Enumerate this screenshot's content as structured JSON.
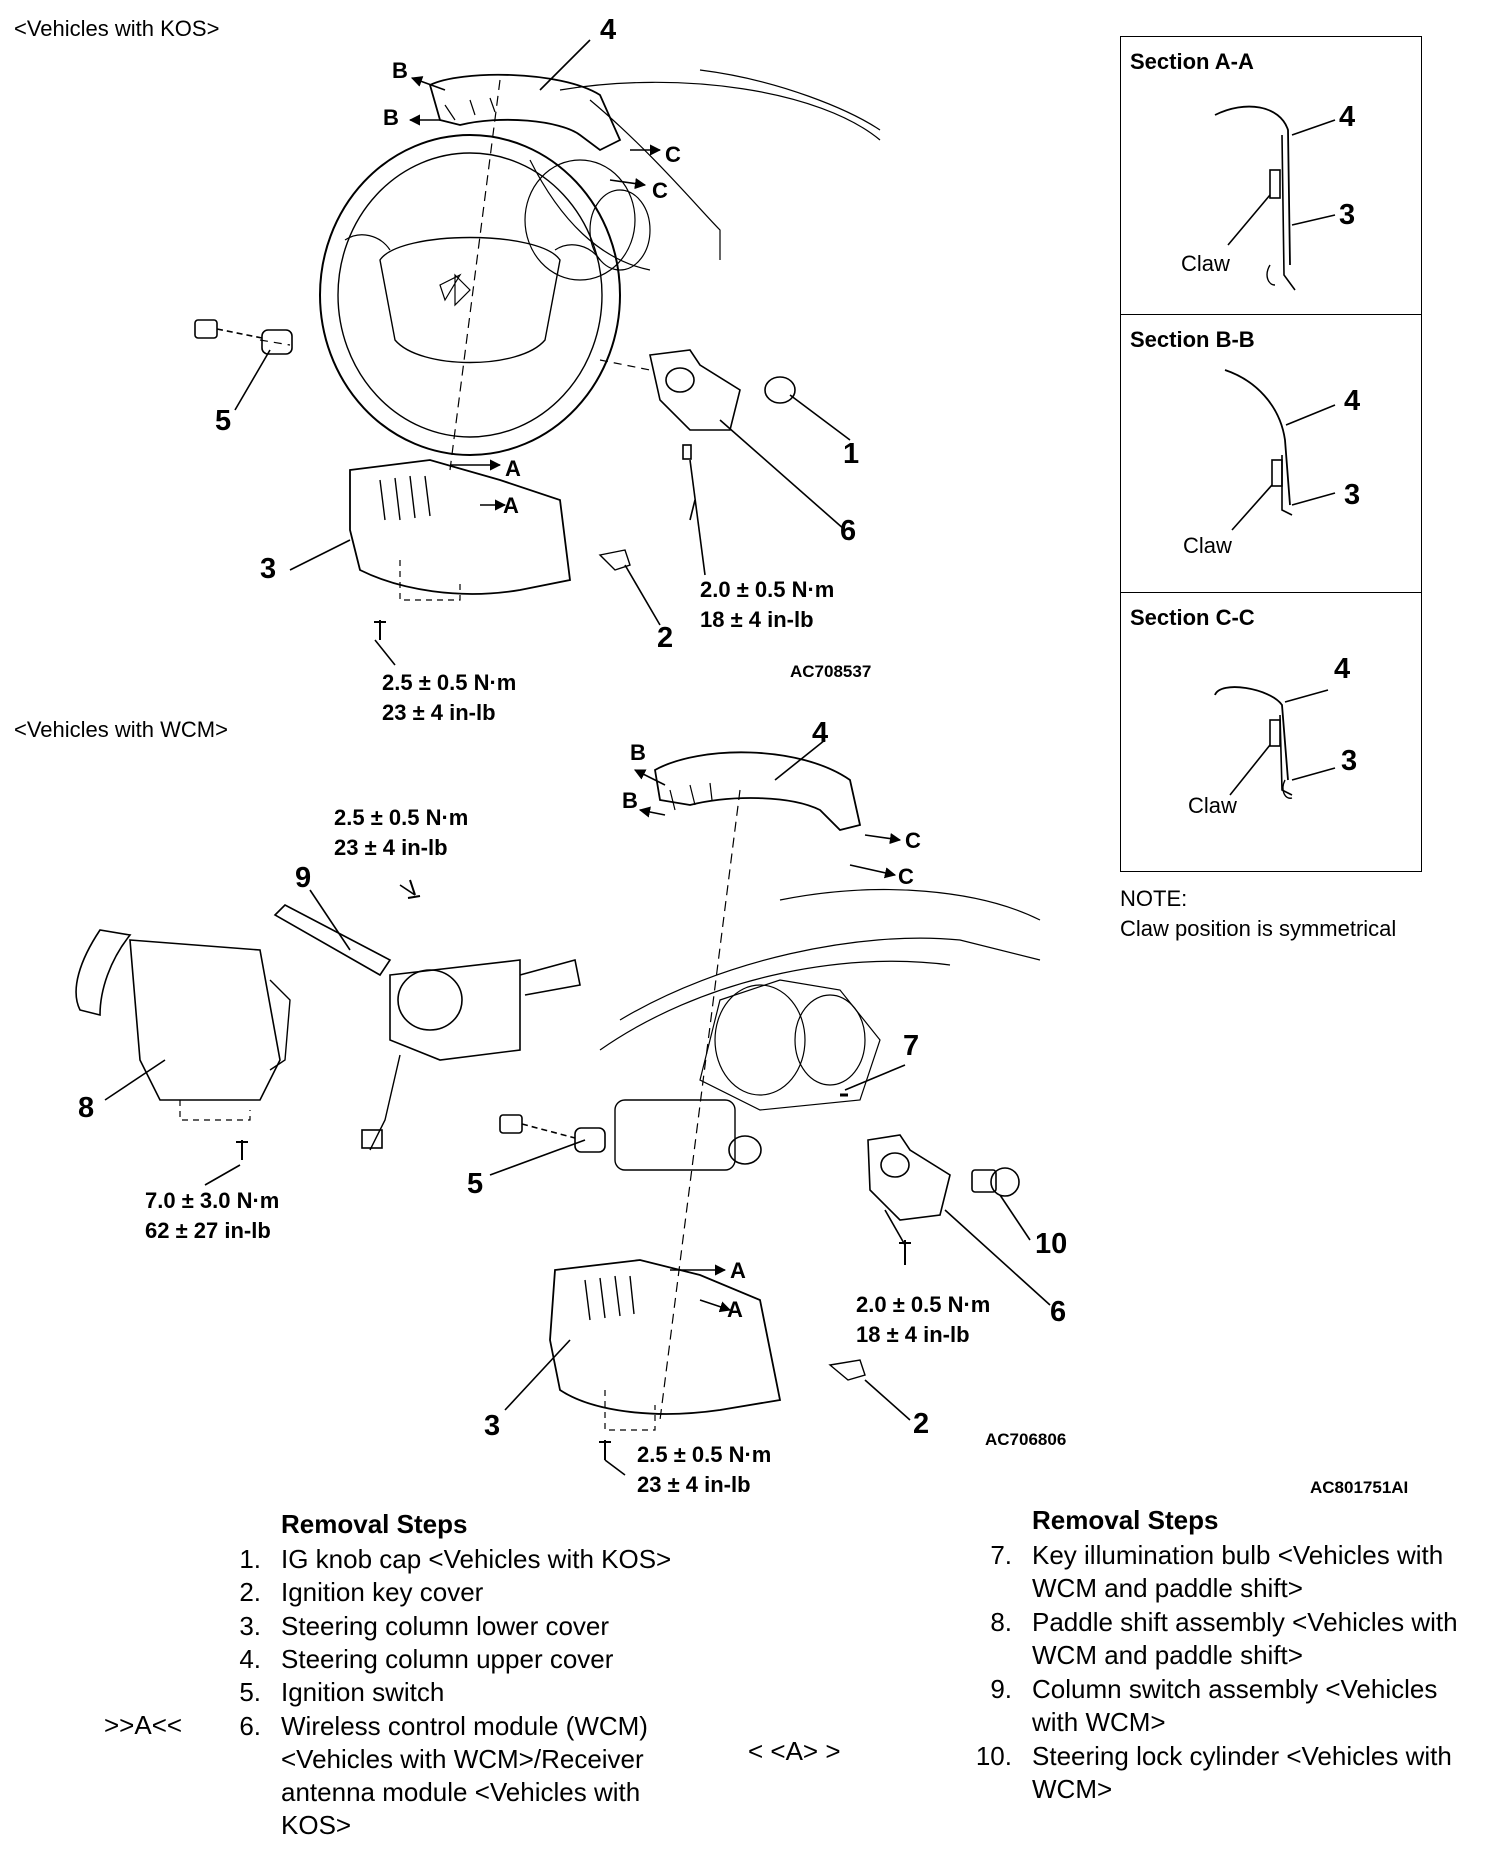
{
  "captions": {
    "kos": "<Vehicles with KOS>",
    "wcm": "<Vehicles with WCM>"
  },
  "figure_codes": {
    "kos": "AC708537",
    "wcm": "AC706806",
    "page": "AC801751AI"
  },
  "kos": {
    "callouts": {
      "c1": "1",
      "c2": "2",
      "c3": "3",
      "c4": "4",
      "c5": "5",
      "c6": "6"
    },
    "arrow_labels": {
      "b1": "B",
      "b2": "B",
      "c1": "C",
      "c2": "C",
      "a1": "A",
      "a2": "A"
    },
    "torques": [
      {
        "nm": "2.0 ± 0.5 N·m",
        "inlb": "18 ± 4 in-lb"
      },
      {
        "nm": "2.5 ± 0.5 N·m",
        "inlb": "23 ± 4 in-lb"
      }
    ]
  },
  "wcm": {
    "callouts": {
      "c2": "2",
      "c3": "3",
      "c4": "4",
      "c5": "5",
      "c6": "6",
      "c7": "7",
      "c8": "8",
      "c9": "9",
      "c10": "10"
    },
    "arrow_labels": {
      "b1": "B",
      "b2": "B",
      "c1": "C",
      "c2": "C",
      "a1": "A",
      "a2": "A"
    },
    "torques": [
      {
        "nm": "2.5 ± 0.5 N·m",
        "inlb": "23 ± 4 in-lb"
      },
      {
        "nm": "7.0 ± 3.0 N·m",
        "inlb": "62 ± 27 in-lb"
      },
      {
        "nm": "2.0 ± 0.5 N·m",
        "inlb": "18 ± 4 in-lb"
      },
      {
        "nm": "2.5 ± 0.5 N·m",
        "inlb": "23 ± 4 in-lb"
      }
    ]
  },
  "sections": [
    {
      "title": "Section A-A",
      "upper": "4",
      "lower": "3",
      "claw": "Claw"
    },
    {
      "title": "Section B-B",
      "upper": "4",
      "lower": "3",
      "claw": "Claw"
    },
    {
      "title": "Section C-C",
      "upper": "4",
      "lower": "3",
      "claw": "Claw"
    }
  ],
  "note": {
    "label": "NOTE:",
    "text": "Claw position is symmetrical"
  },
  "removal_steps": {
    "title_left": "Removal Steps",
    "title_right": "Removal Steps",
    "left": [
      {
        "n": "1.",
        "text": "IG knob cap <Vehicles with KOS>"
      },
      {
        "n": "2.",
        "text": "Ignition key cover"
      },
      {
        "n": "3.",
        "text": "Steering column lower cover"
      },
      {
        "n": "4.",
        "text": "Steering column upper cover"
      },
      {
        "n": "5.",
        "text": "Ignition switch"
      },
      {
        "n": "6.",
        "text": "Wireless control module (WCM) <Vehicles with WCM>/Receiver antenna module <Vehicles with KOS>"
      }
    ],
    "right": [
      {
        "n": "7.",
        "text": "Key illumination bulb <Vehicles with WCM and paddle shift>"
      },
      {
        "n": "8.",
        "text": "Paddle shift assembly <Vehicles with WCM and paddle shift>"
      },
      {
        "n": "9.",
        "text": "Column switch assembly <Vehicles with WCM>"
      },
      {
        "n": "10.",
        "text": "Steering lock cylinder <Vehicles with WCM>"
      }
    ],
    "marker_left": ">>A<<",
    "marker_right": "< <A> >"
  }
}
